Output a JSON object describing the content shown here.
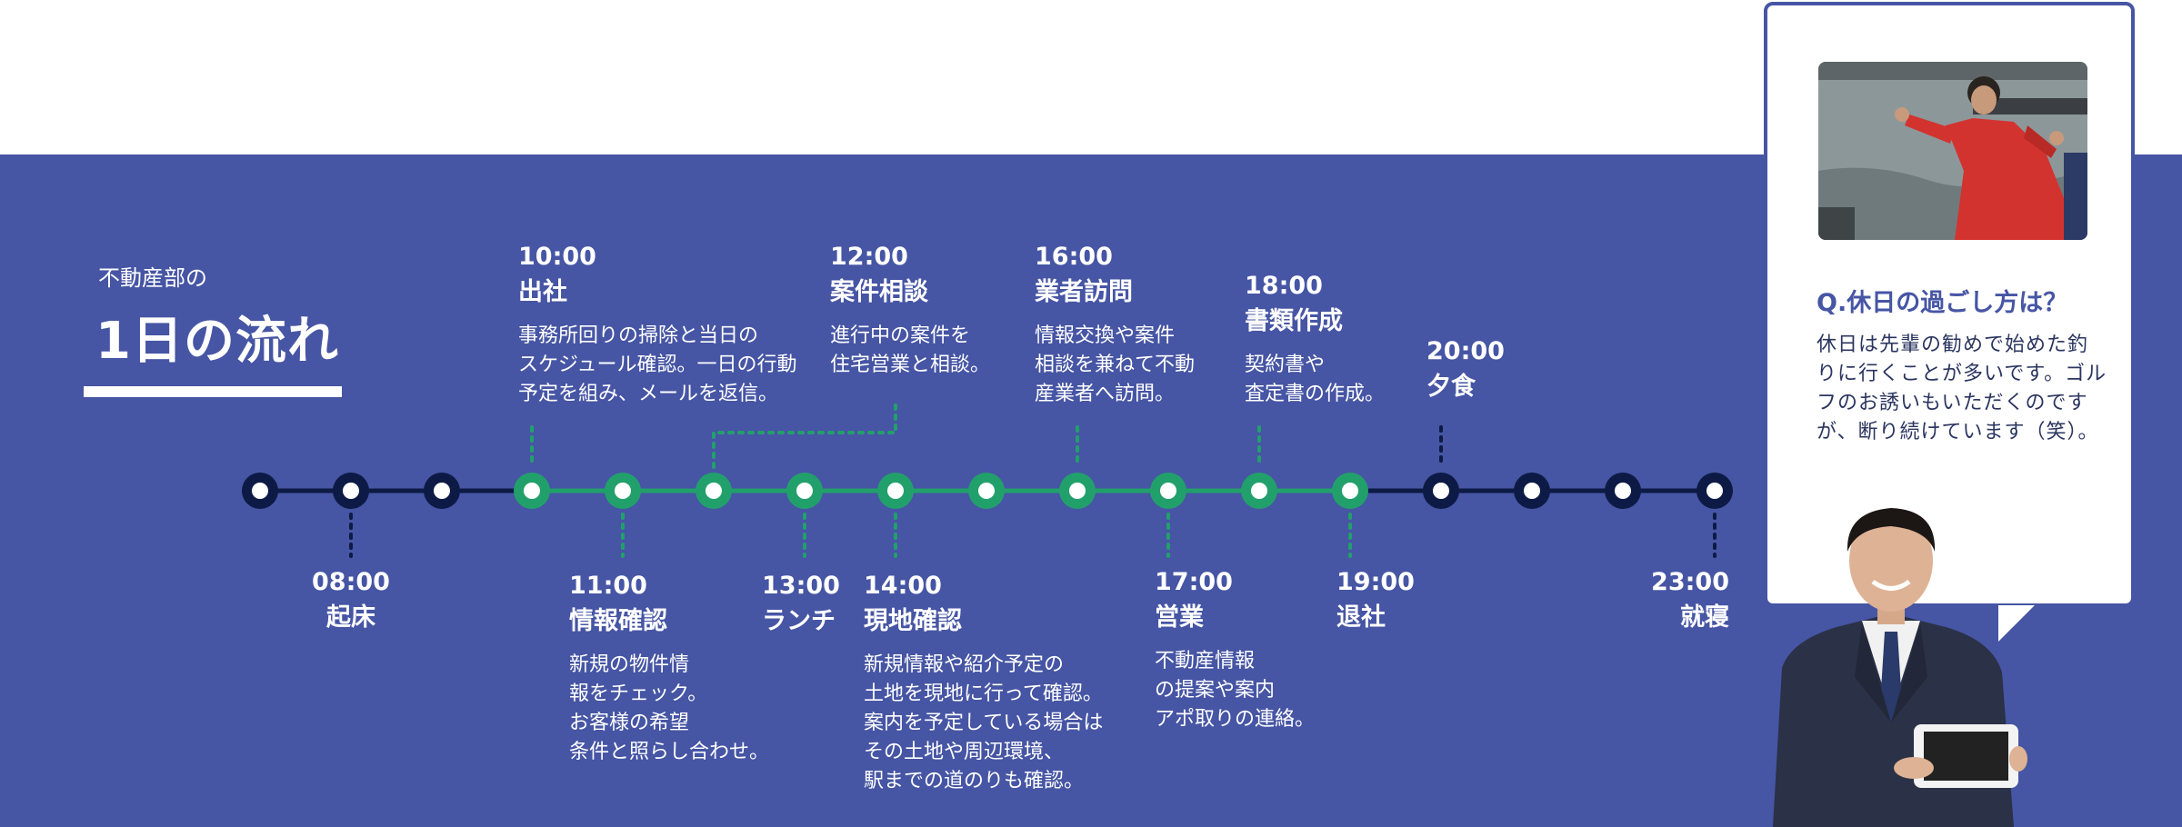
{
  "heading": {
    "small": "不動産部の",
    "big": "1日の流れ"
  },
  "events": [
    {
      "time": "08:00",
      "name": "起床",
      "desc": ""
    },
    {
      "time": "10:00",
      "name": "出社",
      "desc": "事務所回りの掃除と当日の\nスケジュール確認。一日の行動\n予定を組み、メールを返信。"
    },
    {
      "time": "11:00",
      "name": "情報確認",
      "desc": "新規の物件情\n報をチェック。\nお客様の希望\n条件と照らし合わせ。"
    },
    {
      "time": "12:00",
      "name": "案件相談",
      "desc": "進行中の案件を\n住宅営業と相談。"
    },
    {
      "time": "13:00",
      "name": "ランチ",
      "desc": ""
    },
    {
      "time": "14:00",
      "name": "現地確認",
      "desc": "新規情報や紹介予定の\n土地を現地に行って確認。\n案内を予定している場合は\nその土地や周辺環境、\n駅までの道のりも確認。"
    },
    {
      "time": "16:00",
      "name": "業者訪問",
      "desc": "情報交換や案件\n相談を兼ねて不動\n産業者へ訪問。"
    },
    {
      "time": "17:00",
      "name": "営業",
      "desc": "不動産情報\nの提案や案内\nアポ取りの連絡。"
    },
    {
      "time": "18:00",
      "name": "書類作成",
      "desc": "契約書や\n査定書の作成。"
    },
    {
      "time": "19:00",
      "name": "退社",
      "desc": ""
    },
    {
      "time": "20:00",
      "name": "夕食",
      "desc": ""
    },
    {
      "time": "23:00",
      "name": "就寝",
      "desc": ""
    }
  ],
  "card": {
    "question": "Q.休日の過ごし方は？",
    "answer": "休日は先輩の勧めで始めた釣りに行くことが多いです。ゴルフのお誘いもいただくのですが、断り続けています（笑）。"
  },
  "colors": {
    "band": "#4655a4",
    "active": "#22a06b",
    "inactive": "#0d1a45"
  }
}
